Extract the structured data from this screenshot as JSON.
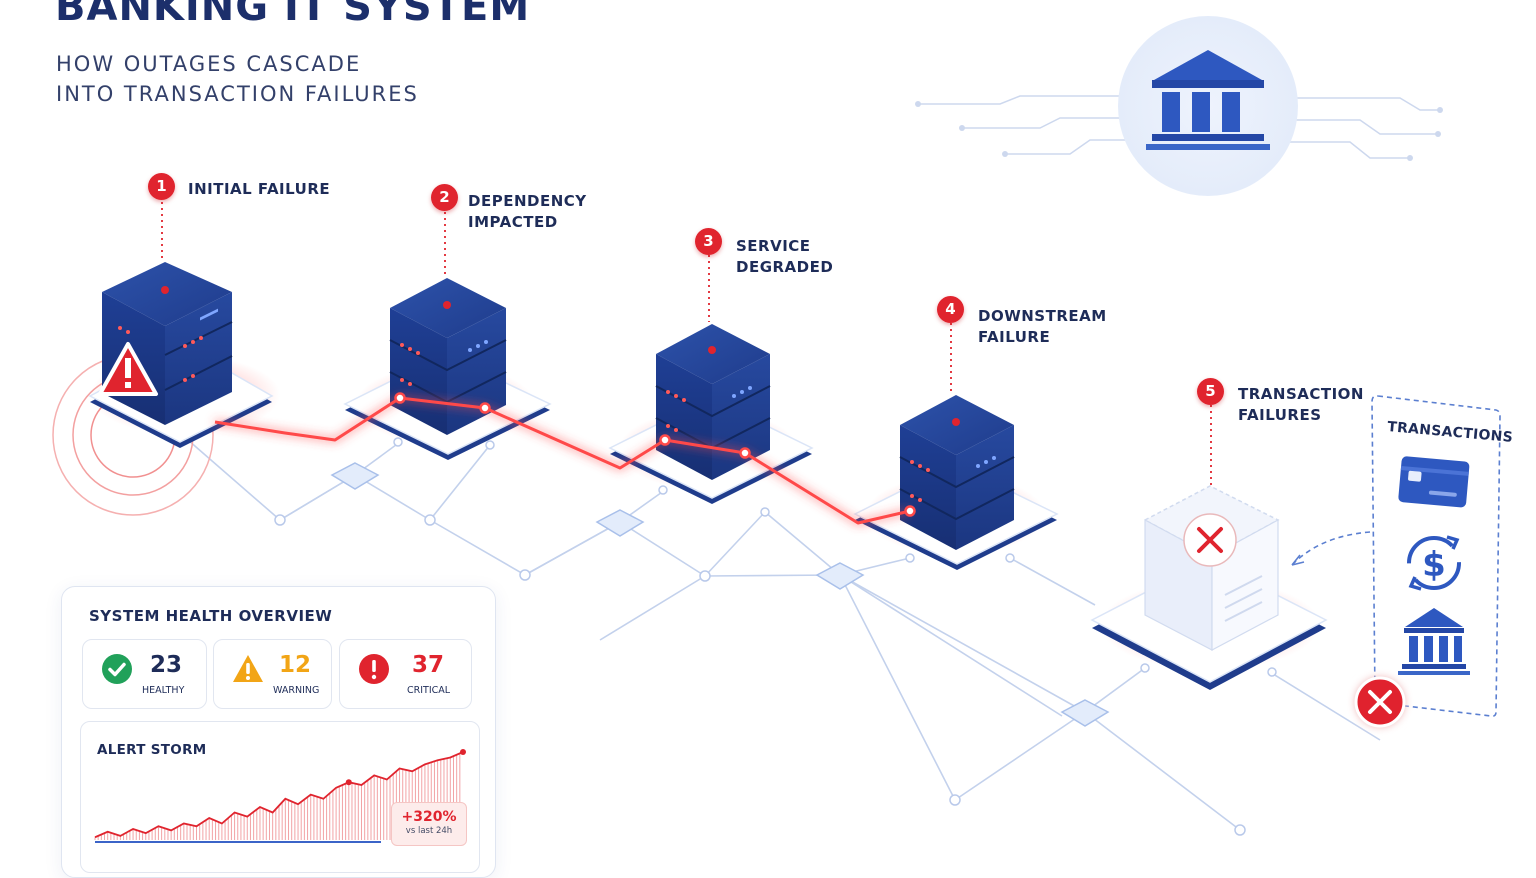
{
  "header": {
    "title": "BANKING IT SYSTEM",
    "subtitle_line1": "HOW OUTAGES CASCADE",
    "subtitle_line2": "INTO TRANSACTION FAILURES"
  },
  "steps": [
    {
      "number": "1",
      "line1": "INITIAL FAILURE",
      "line2": ""
    },
    {
      "number": "2",
      "line1": "DEPENDENCY",
      "line2": "IMPACTED"
    },
    {
      "number": "3",
      "line1": "SERVICE",
      "line2": "DEGRADED"
    },
    {
      "number": "4",
      "line1": "DOWNSTREAM",
      "line2": "FAILURE"
    },
    {
      "number": "5",
      "line1": "TRANSACTION",
      "line2": "FAILURES"
    }
  ],
  "transactions": {
    "label": "TRANSACTIONS",
    "icons": [
      "credit-card-icon",
      "dollar-exchange-icon",
      "bank-icon"
    ]
  },
  "health": {
    "title": "SYSTEM HEALTH OVERVIEW",
    "healthy": {
      "value": "23",
      "label": "HEALTHY",
      "icon": "check-icon",
      "color": "#21a15a"
    },
    "warning": {
      "value": "12",
      "label": "WARNING",
      "icon": "warning-icon",
      "color": "#f2a516"
    },
    "critical": {
      "value": "37",
      "label": "CRITICAL",
      "icon": "exclamation-icon",
      "color": "#e0242e"
    }
  },
  "alert": {
    "title": "ALERT STORM",
    "change": "+320%",
    "change_sub": "vs last 24h",
    "trend": [
      2,
      6,
      3,
      8,
      5,
      10,
      7,
      12,
      10,
      16,
      12,
      20,
      17,
      24,
      20,
      30,
      26,
      33,
      30,
      38,
      42,
      40,
      47,
      44,
      52,
      50,
      55,
      58,
      60,
      64
    ]
  },
  "colors": {
    "navy": "#1c2f6b",
    "accent_red": "#e0242e",
    "server_blue": "#1d3c8f",
    "line_blue": "#b8c8e8"
  }
}
